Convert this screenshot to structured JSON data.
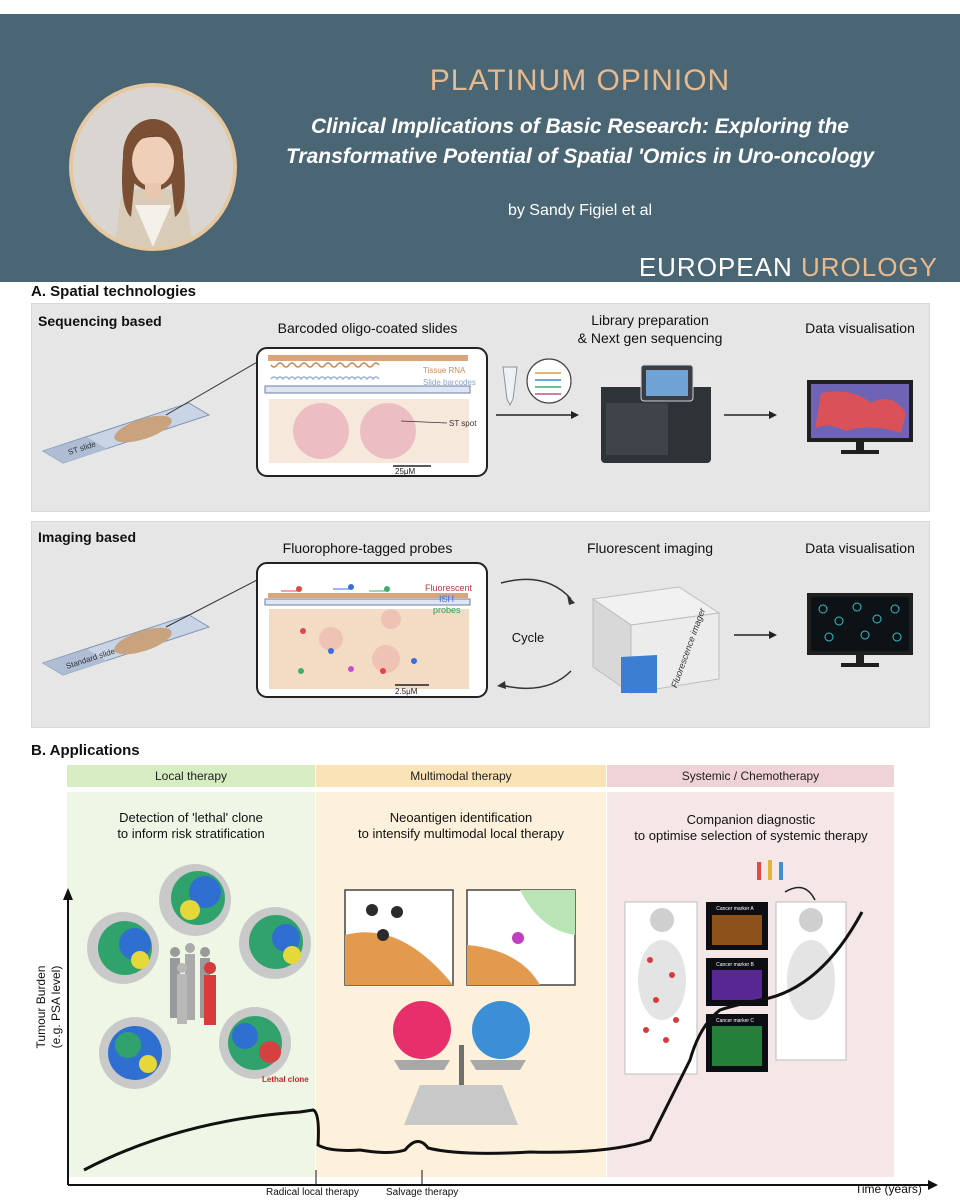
{
  "header": {
    "kicker": "PLATINUM OPINION",
    "title_line1": "Clinical Implications of Basic Research: Exploring the",
    "title_line2": "Transformative Potential of Spatial 'Omics in Uro-oncology",
    "byline": "by Sandy Figiel et al",
    "brand_main": "EUROPEAN ",
    "brand_accent": "UROLOGY",
    "colors": {
      "background": "#4a6573",
      "accent": "#e6b98e"
    }
  },
  "section_a": {
    "title": "A. Spatial technologies",
    "sequencing": {
      "label": "Sequencing based",
      "step1": "Barcoded oligo-coated slides",
      "step2_line1": "Library preparation",
      "step2_line2": "& Next gen sequencing",
      "step3": "Data visualisation",
      "slide_label": "ST slide",
      "legend_tissue": "Tissue RNA",
      "legend_barcodes": "Slide barcodes",
      "st_spot": "ST spot",
      "scale": "25μM"
    },
    "imaging": {
      "label": "Imaging based",
      "step1": "Fluorophore-tagged probes",
      "step2": "Fluorescent imaging",
      "step3": "Data visualisation",
      "slide_label": "Standard slide",
      "legend_line1": "Fluorescent",
      "legend_line2": "ISH",
      "legend_line3": "probes",
      "cycle": "Cycle",
      "imager": "Fluorescence imager",
      "scale": "2.5μM"
    }
  },
  "section_b": {
    "title": "B. Applications",
    "bands": [
      {
        "label": "Local therapy",
        "color": "#d6edc2"
      },
      {
        "label": "Multimodal therapy",
        "color": "#fbe3b8"
      },
      {
        "label": "Systemic / Chemotherapy",
        "color": "#efd3d6"
      }
    ],
    "local": {
      "line1": "Detection of 'lethal' clone",
      "line2": "to inform risk stratification",
      "lethal_label": "Lethal clone"
    },
    "multimodal": {
      "line1": "Neoantigen identification",
      "line2": "to intensify multimodal local therapy"
    },
    "systemic": {
      "line1": "Companion diagnostic",
      "line2": "to optimise selection of systemic therapy",
      "markers": [
        "Cancer marker A",
        "Cancer marker B",
        "Cancer marker C"
      ]
    },
    "y_axis_line1": "Tumour Burden",
    "y_axis_line2": "(e.g. PSA level)",
    "x_axis": "Time (years)",
    "events": [
      "Radical local therapy",
      "Salvage therapy"
    ]
  }
}
